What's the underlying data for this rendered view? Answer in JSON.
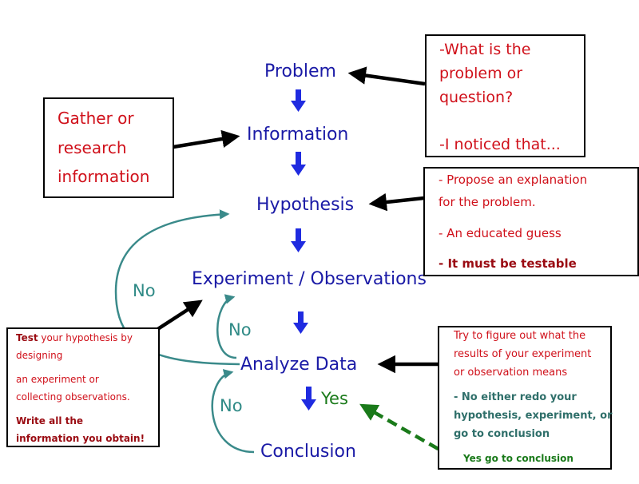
{
  "steps": {
    "problem": "Problem",
    "information": "Information",
    "hypothesis": "Hypothesis",
    "experiment": "Experiment / Observations",
    "analyze": "Analyze Data",
    "conclusion": "Conclusion"
  },
  "loop_labels": {
    "no_hypothesis": "No",
    "no_experiment": "No",
    "no_conclusion": "No",
    "yes": "Yes"
  },
  "boxes": {
    "problem": {
      "line1": "-What is the",
      "line2": "problem or",
      "line3": "question?",
      "line4": "-I noticed that..."
    },
    "gather": {
      "line1": "Gather or",
      "line2": "research",
      "line3": "information"
    },
    "hypothesis": {
      "line1": "- Propose an explanation",
      "line2": "for the problem.",
      "line3": "- An educated guess",
      "line4": "- It must be testable"
    },
    "test": {
      "bold": "Test",
      "line1_rest": " your hypothesis by",
      "line2": "designing",
      "line3": "an experiment or",
      "line4": "collecting observations.",
      "line5": "Write all the",
      "line6": "information you obtain!"
    },
    "analyze": {
      "line1": "Try to figure out what the",
      "line2": "results of your experiment",
      "line3": "or observation means",
      "line4": "- No either redo your",
      "line5": "hypothesis, experiment, or",
      "line6": "go to conclusion",
      "line7": "Yes go to conclusion"
    }
  },
  "colors": {
    "step_text": "#1a1aa6",
    "down_arrow": "#1f2be0",
    "box_text_red": "#d0101a",
    "box_text_dark_red": "#9a0b12",
    "loop_teal": "#3a8a8a",
    "yes_green": "#1a7a1a",
    "pointer_black": "#000000"
  }
}
